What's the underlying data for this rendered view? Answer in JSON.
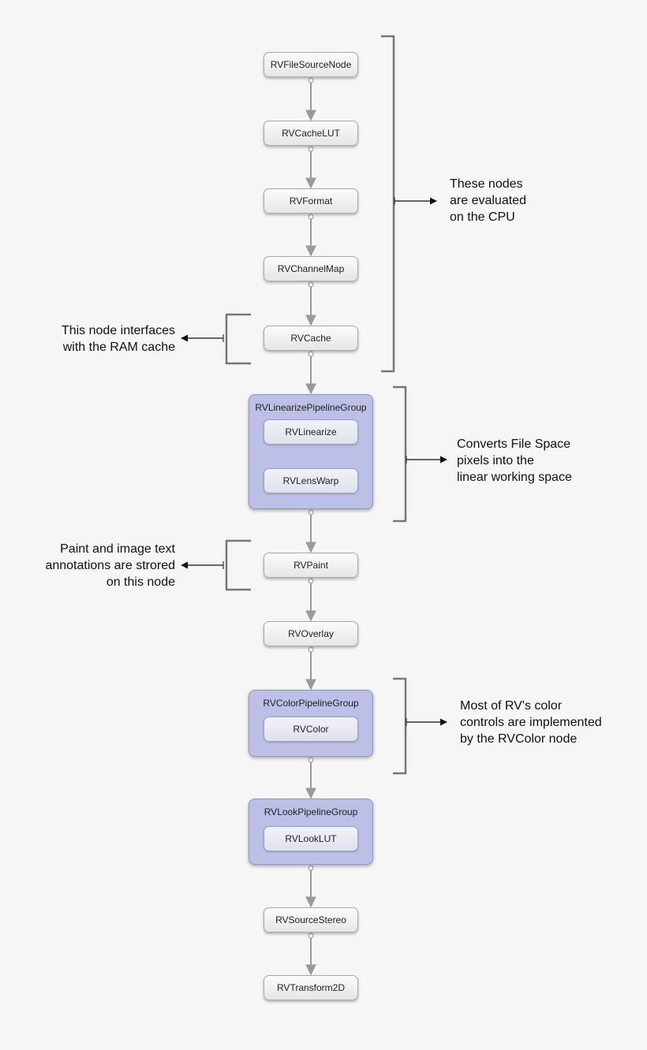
{
  "nodes": [
    {
      "id": "file-source",
      "label": "RVFileSourceNode"
    },
    {
      "id": "cache-lut",
      "label": "RVCacheLUT"
    },
    {
      "id": "format",
      "label": "RVFormat"
    },
    {
      "id": "channel-map",
      "label": "RVChannelMap"
    },
    {
      "id": "cache",
      "label": "RVCache"
    },
    {
      "id": "paint",
      "label": "RVPaint"
    },
    {
      "id": "overlay",
      "label": "RVOverlay"
    },
    {
      "id": "source-stereo",
      "label": "RVSourceStereo"
    },
    {
      "id": "transform-2d",
      "label": "RVTransform2D"
    }
  ],
  "groups": [
    {
      "id": "linearize-group",
      "label": "RVLinearizePipelineGroup",
      "children": [
        "RVLinearize",
        "RVLensWarp"
      ]
    },
    {
      "id": "color-group",
      "label": "RVColorPipelineGroup",
      "children": [
        "RVColor"
      ]
    },
    {
      "id": "look-group",
      "label": "RVLookPipelineGroup",
      "children": [
        "RVLookLUT"
      ]
    }
  ],
  "annotations": [
    {
      "id": "cpu-note",
      "text": "These nodes\nare evaluated\non the CPU"
    },
    {
      "id": "ram-cache-note",
      "text": "This node interfaces\nwith the RAM cache"
    },
    {
      "id": "linear-note",
      "text": "Converts File Space\npixels into the\nlinear working space"
    },
    {
      "id": "paint-note",
      "text": "Paint and image text\nannotations are strored\non this node"
    },
    {
      "id": "color-note",
      "text": "Most of RV's color\ncontrols are implemented\nby the RVColor node"
    }
  ],
  "colors": {
    "background": "#f6f6f6",
    "group_fill": "#bcbfe6",
    "connector": "#9a9a9a",
    "bracket": "#777777"
  }
}
